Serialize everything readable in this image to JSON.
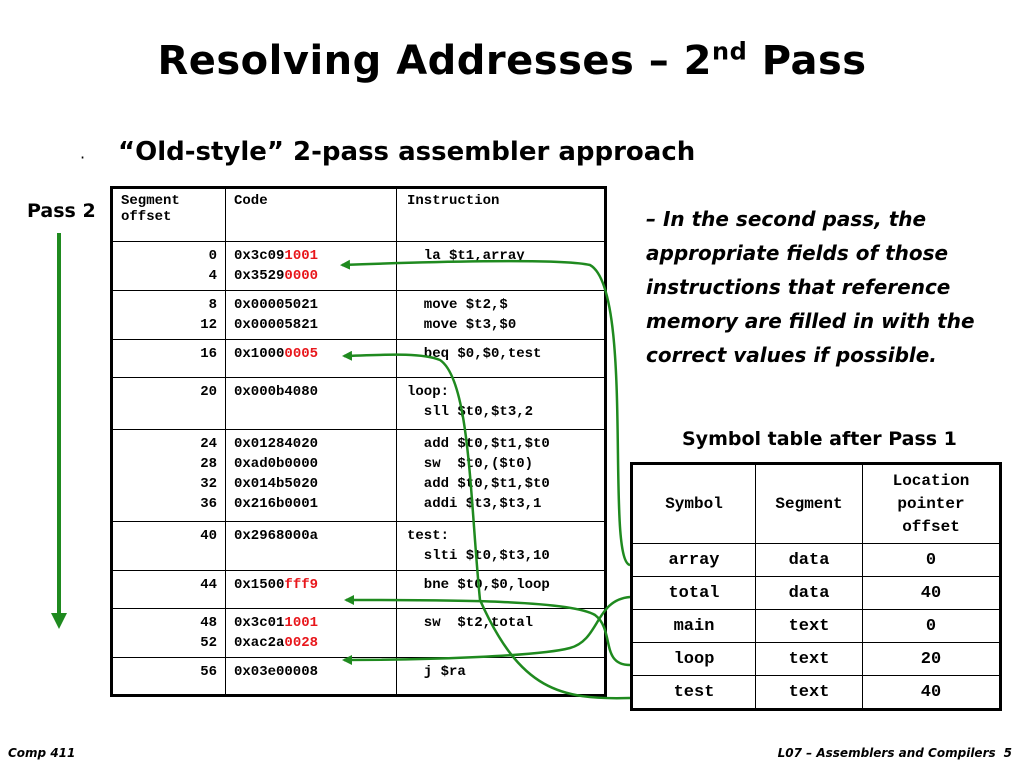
{
  "title": {
    "main": "Resolving Addresses – 2",
    "sup": "nd",
    "end": " Pass"
  },
  "bullet": {
    "dot": "·",
    "text": "“Old-style” 2-pass assembler approach"
  },
  "pass_label": "Pass 2",
  "code_table": {
    "headers": {
      "offset_line1": "Segment",
      "offset_line2": "offset",
      "code": "Code",
      "instruction": "Instruction"
    },
    "rows": [
      {
        "offsets": [
          "0",
          "4"
        ],
        "codes": [
          [
            "0x3c09",
            "1001"
          ],
          [
            "0x3529",
            "0000"
          ]
        ],
        "instr": [
          "  la $t1,array"
        ]
      },
      {
        "offsets": [
          "8",
          "12"
        ],
        "codes": [
          [
            "0x00005021",
            ""
          ],
          [
            "0x00005821",
            ""
          ]
        ],
        "instr": [
          "  move $t2,$",
          "  move $t3,$0"
        ]
      },
      {
        "offsets": [
          "16"
        ],
        "codes": [
          [
            "0x1000",
            "0005"
          ]
        ],
        "instr": [
          "  beq $0,$0,test"
        ]
      },
      {
        "offsets": [
          "20"
        ],
        "codes": [
          [
            "0x000b4080",
            ""
          ]
        ],
        "instr": [
          "loop:",
          "  sll $t0,$t3,2"
        ]
      },
      {
        "offsets": [
          "24",
          "28",
          "32",
          "36"
        ],
        "codes": [
          [
            "0x01284020",
            ""
          ],
          [
            "0xad0b0000",
            ""
          ],
          [
            "0x014b5020",
            ""
          ],
          [
            "0x216b0001",
            ""
          ]
        ],
        "instr": [
          "  add $t0,$t1,$t0",
          "  sw  $t0,($t0)",
          "  add $t0,$t1,$t0",
          "  addi $t3,$t3,1"
        ]
      },
      {
        "offsets": [
          "40"
        ],
        "codes": [
          [
            "0x2968000a",
            ""
          ]
        ],
        "instr": [
          "test:",
          "  slti $t0,$t3,10"
        ]
      },
      {
        "offsets": [
          "44"
        ],
        "codes": [
          [
            "0x1500",
            "fff9"
          ]
        ],
        "instr": [
          "  bne $t0,$0,loop"
        ]
      },
      {
        "offsets": [
          "48",
          "52"
        ],
        "codes": [
          [
            "0x3c01",
            "1001"
          ],
          [
            "0xac2a",
            "0028"
          ]
        ],
        "instr": [
          "  sw  $t2,total"
        ]
      },
      {
        "offsets": [
          "56"
        ],
        "codes": [
          [
            "0x03e00008",
            ""
          ]
        ],
        "instr": [
          "  j $ra"
        ]
      }
    ]
  },
  "note": "– In the second pass, the appropriate fields of those instructions that reference memory are filled in with the correct values if possible.",
  "symbol_table": {
    "caption": "Symbol table after Pass 1",
    "headers": {
      "symbol": "Symbol",
      "segment": "Segment",
      "loc1": "Location",
      "loc2": "pointer",
      "loc3": "offset"
    },
    "rows": [
      {
        "symbol": "array",
        "segment": "data",
        "offset": "0"
      },
      {
        "symbol": "total",
        "segment": "data",
        "offset": "40"
      },
      {
        "symbol": "main",
        "segment": "text",
        "offset": "0"
      },
      {
        "symbol": "loop",
        "segment": "text",
        "offset": "20"
      },
      {
        "symbol": "test",
        "segment": "text",
        "offset": "40"
      }
    ]
  },
  "colors": {
    "highlight": "#e8161b",
    "arrow": "#1f8a1f"
  },
  "footer": {
    "left": "Comp 411",
    "right": "L07 – Assemblers and Compilers",
    "page": "5"
  }
}
